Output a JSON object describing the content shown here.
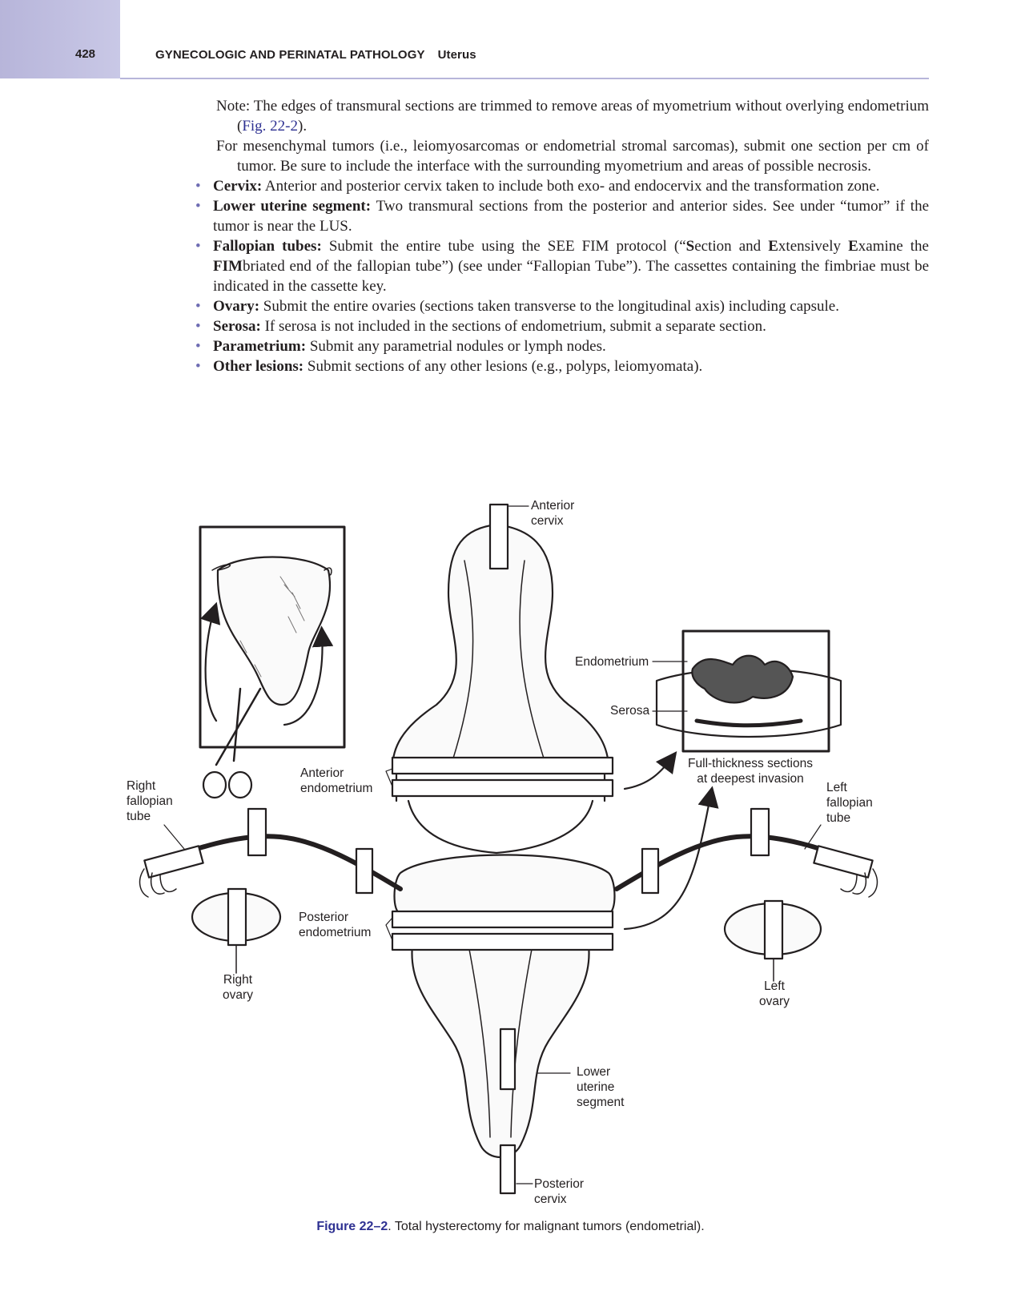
{
  "header": {
    "page_number": "428",
    "title": "GYNECOLOGIC AND PERINATAL PATHOLOGY",
    "section": "Uterus"
  },
  "notes": [
    {
      "pre": "Note: The edges of transmural sections are trimmed to remove areas of myometrium without overlying endometrium (",
      "link": "Fig. 22-2",
      "post": ")."
    },
    {
      "pre": "For mesenchymal tumors (i.e., leiomyosarcomas or endometrial stromal sarcomas), submit one section per cm of tumor. Be sure to include the interface with the surrounding myometrium and areas of possible necrosis."
    }
  ],
  "bullets": [
    {
      "term": "Cervix:",
      "text": " Anterior and posterior cervix taken to include both exo- and endocervix and the transformation zone."
    },
    {
      "term": "Lower uterine segment:",
      "text": " Two transmural sections from the posterior and anterior sides. See under “tumor” if the tumor is near the LUS."
    },
    {
      "term": "Fallopian tubes:",
      "text_parts": [
        " Submit the entire tube using the SEE FIM protocol (“",
        "S",
        "ection and ",
        "E",
        "xtensively ",
        "E",
        "xamine the ",
        "FIM",
        "briated end of the fallopian tube”) (see under “Fallopian Tube”). The cassettes containing the fimbriae must be indicated in the cassette key."
      ]
    },
    {
      "term": "Ovary:",
      "text": " Submit the entire ovaries (sections taken transverse to the longitudinal axis) including capsule."
    },
    {
      "term": "Serosa:",
      "text": " If serosa is not included in the sections of endometrium, submit a separate section."
    },
    {
      "term": "Parametrium:",
      "text": " Submit any parametrial nodules or lymph nodes."
    },
    {
      "term": "Other lesions:",
      "text": " Submit sections of any other lesions (e.g., polyps, leiomyomata)."
    }
  ],
  "bullet_symbol": "•",
  "figure": {
    "labels": {
      "anterior_cervix": [
        "Anterior",
        "cervix"
      ],
      "endometrium": "Endometrium",
      "serosa": "Serosa",
      "full_thickness": [
        "Full-thickness sections",
        "at deepest invasion"
      ],
      "right_fallopian_tube": [
        "Right",
        "fallopian",
        "tube"
      ],
      "anterior_endometrium": [
        "Anterior",
        "endometrium"
      ],
      "left_fallopian_tube": [
        "Left",
        "fallopian",
        "tube"
      ],
      "posterior_endometrium": [
        "Posterior",
        "endometrium"
      ],
      "right_ovary": [
        "Right",
        "ovary"
      ],
      "left_ovary": [
        "Left",
        "ovary"
      ],
      "lower_uterine_segment": [
        "Lower",
        "uterine",
        "segment"
      ],
      "posterior_cervix": [
        "Posterior",
        "cervix"
      ]
    }
  },
  "caption": {
    "label": "Figure 22–2",
    "text": ".  Total hysterectomy for malignant tumors (endometrial)."
  },
  "colors": {
    "accent": "#2e3192",
    "tab": "#b7b5da",
    "bullet": "#6f6db3"
  }
}
